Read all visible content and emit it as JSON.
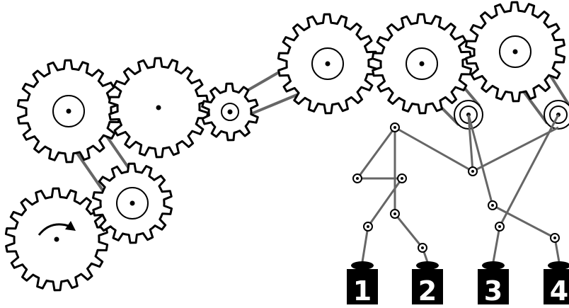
{
  "weights": [
    {
      "label": "1"
    },
    {
      "label": "2"
    },
    {
      "label": "3"
    },
    {
      "label": "4"
    }
  ],
  "drive_direction": "clockwise",
  "colors": {
    "line": "#000000",
    "belt": "#666666",
    "weight": "#000000",
    "background": "#ffffff"
  }
}
